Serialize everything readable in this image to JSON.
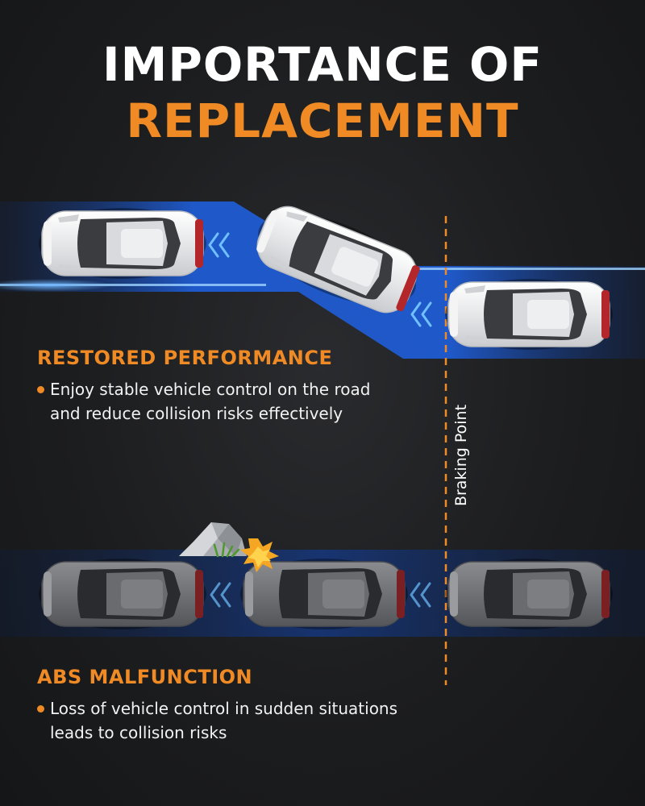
{
  "header": {
    "title_line1": "IMPORTANCE OF",
    "title_line2": "REPLACEMENT"
  },
  "restored": {
    "heading": "RESTORED PERFORMANCE",
    "text": "Enjoy stable vehicle control on the road and reduce collision risks effectively"
  },
  "malfunction": {
    "heading": "ABS MALFUNCTION",
    "text": "Loss of vehicle control in sudden situations leads to collision risks"
  },
  "braking_point_label": "Braking Point",
  "colors": {
    "accent_orange": "#f08a24",
    "lane_blue": "#2b6fe0",
    "car_white": "#e8e9eb",
    "car_gray": "#77787b"
  },
  "icons": {
    "rock": "rock-icon",
    "impact": "impact-burst-icon",
    "grass": "grass-icon"
  }
}
